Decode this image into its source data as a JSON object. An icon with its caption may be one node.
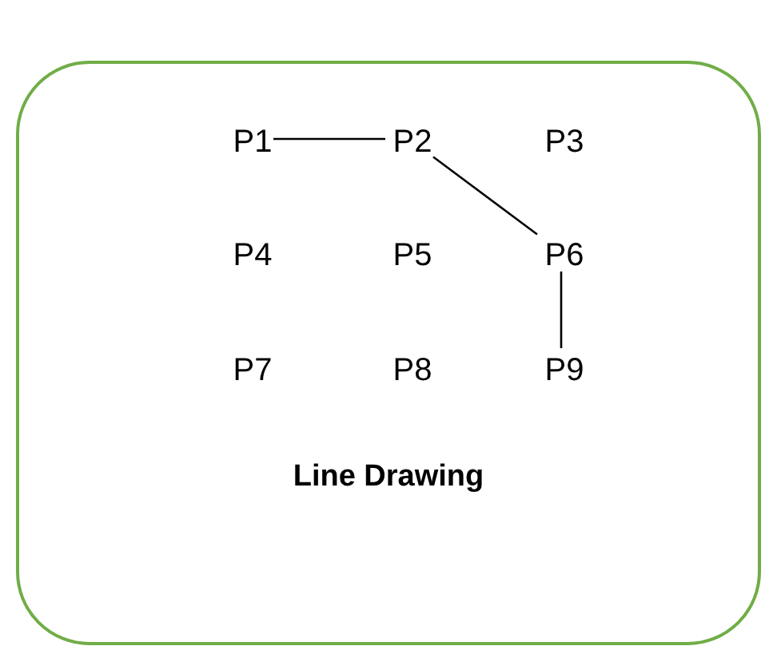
{
  "diagram": {
    "nodes": [
      {
        "text": [
          "Line Drawing"
        ]
      },
      {
        "text": [
          "P1"
        ],
        "in": 0
      },
      {
        "text": [
          "P2"
        ],
        "in": 0
      },
      {
        "text": [
          "P3"
        ],
        "in": 0
      },
      {
        "text": [
          "P4"
        ],
        "in": 0
      },
      {
        "text": [
          "P5"
        ],
        "in": 0
      },
      {
        "text": [
          "P6"
        ],
        "in": 0
      },
      {
        "text": [
          "P7"
        ],
        "in": 0
      },
      {
        "text": [
          "P8"
        ],
        "in": 0
      },
      {
        "text": [
          "P9"
        ],
        "in": 0
      }
    ],
    "edges": [
      {
        "from": 1,
        "to": 2,
        "arrow": "none"
      },
      {
        "from": 2,
        "to": 6,
        "arrow": "none"
      },
      {
        "from": 6,
        "to": 9,
        "arrow": "none"
      }
    ]
  }
}
